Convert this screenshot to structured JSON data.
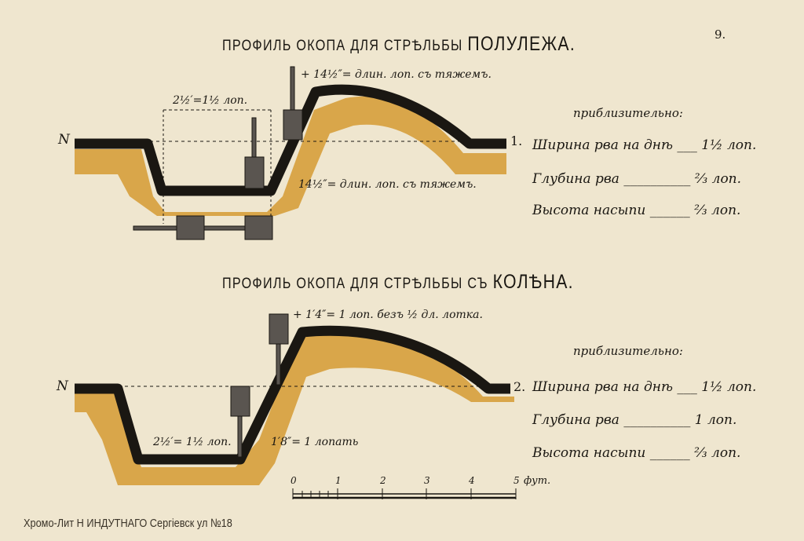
{
  "page_number": "9.",
  "profile1": {
    "title_prefix": "ПРОФИЛЬ ОКОПА ДЛЯ СТРѢЛЬБЫ",
    "title_emph": "ПОЛУЛЕЖА.",
    "left_marker": "N",
    "right_marker": "1.",
    "top_note": "+ 14½″= длин. лоп. съ тяжемъ.",
    "width_note": "2½′=1½ лоп.",
    "depth_note": "14½″= длин. лоп. съ тяжемъ.",
    "approx_label": "приблизительно:",
    "specs": [
      {
        "label": "Ширина рва на днѣ",
        "value": "1½ лоп."
      },
      {
        "label": "Глубина рва",
        "value": "⅔ лоп."
      },
      {
        "label": "Высота насыпи",
        "value": "⅔ лоп."
      }
    ]
  },
  "profile2": {
    "title_prefix": "ПРОФИЛЬ ОКОПА ДЛЯ СТРѢЛЬБЫ СЪ",
    "title_emph": "КОЛѢНА.",
    "left_marker": "N",
    "right_marker": "2.",
    "top_note": "+ 1′4″= 1 лоп. безъ ½ дл. лотка.",
    "width_note": "2½′= 1½ лоп.",
    "depth_note": "1′8″= 1 лопать",
    "approx_label": "приблизительно:",
    "specs": [
      {
        "label": "Ширина рва на днѣ",
        "value": "1½ лоп."
      },
      {
        "label": "Глубина рва",
        "value": "1 лоп."
      },
      {
        "label": "Высота насыпи",
        "value": "⅔ лоп."
      }
    ]
  },
  "scale": {
    "ticks": [
      "0",
      "1",
      "2",
      "3",
      "4",
      "5"
    ],
    "unit": "фут."
  },
  "footer": "Хромо-Лит Н ИНДУТНАГО Сергіевск ул №18",
  "colors": {
    "paper": "#efe6cf",
    "earth": "#d9a64a",
    "ink": "#1a1712"
  }
}
